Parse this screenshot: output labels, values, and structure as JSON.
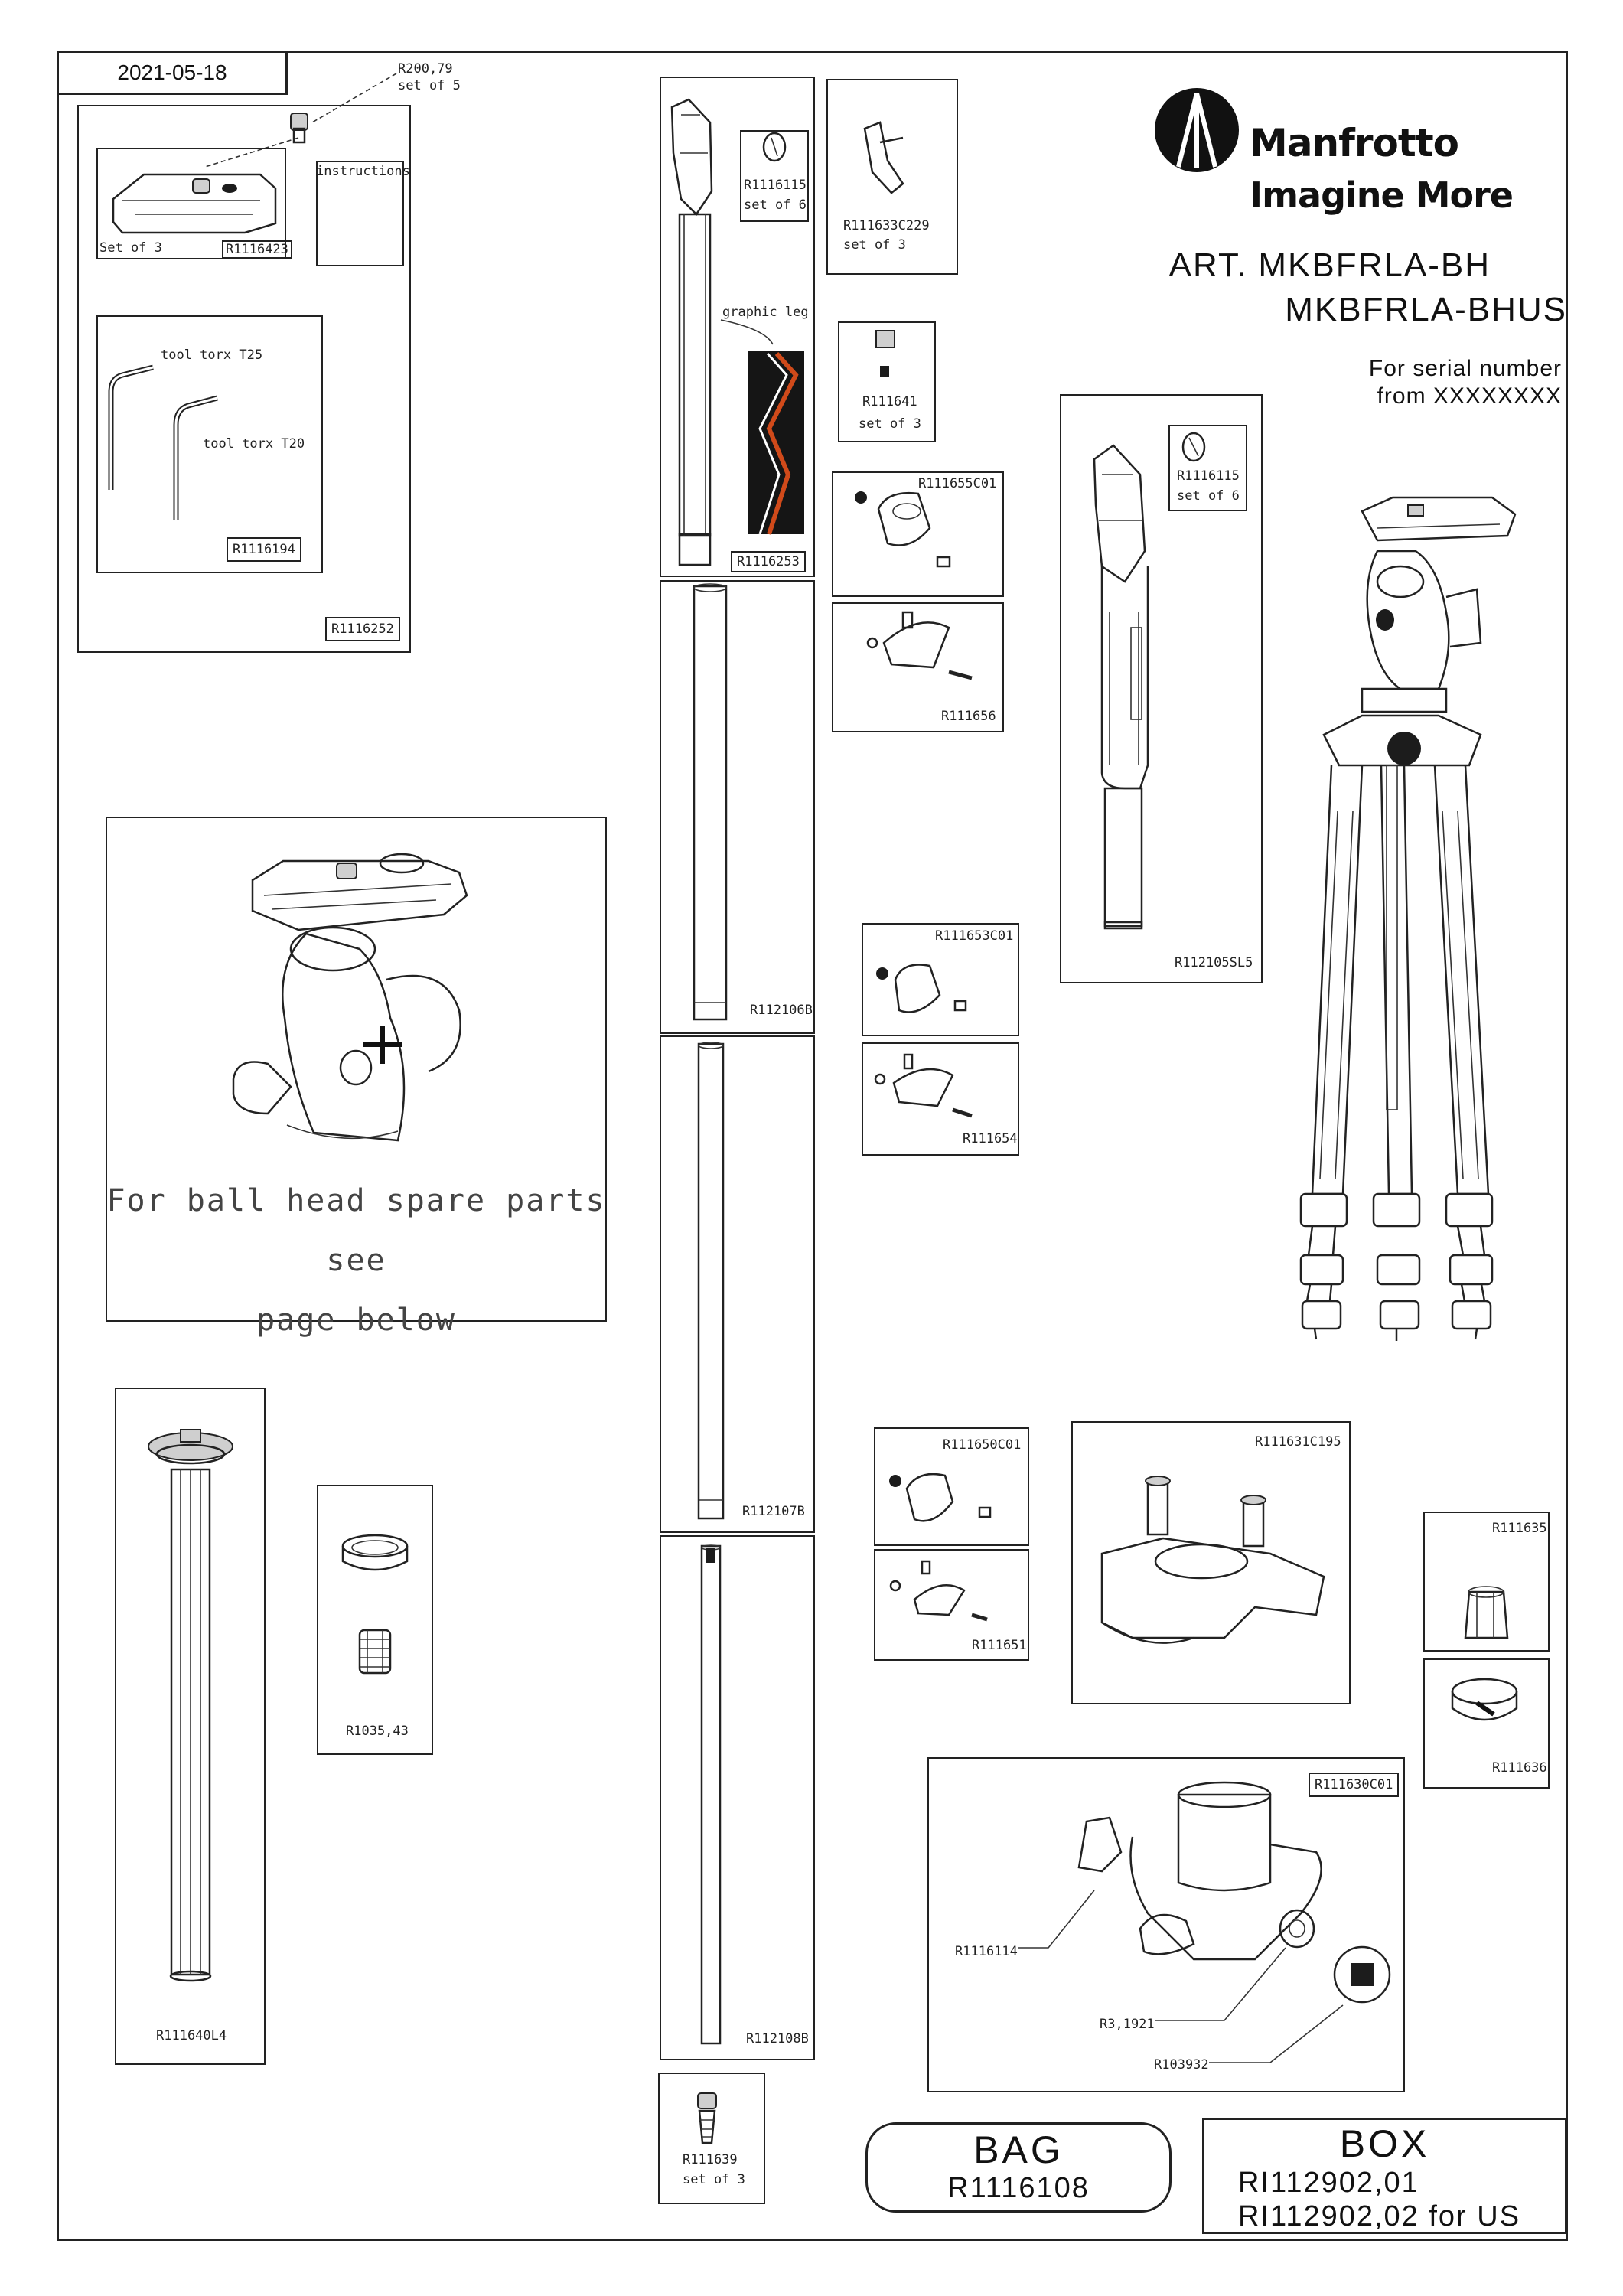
{
  "date": "2021-05-18",
  "brand": {
    "name": "Manfrotto",
    "tagline": "Imagine More"
  },
  "article": {
    "line1": "ART. MKBFRLA-BH",
    "line2": "MKBFRLA-BHUS"
  },
  "serial": {
    "line1": "For serial number",
    "line2": "from XXXXXXXX"
  },
  "callouts": {
    "r200": "R200,79",
    "r200_set": "set of 5"
  },
  "kit": {
    "r1116423": "R1116423",
    "set3": "Set of 3",
    "instructions": "instructions",
    "tool_t25": "tool torx T25",
    "tool_t20": "tool torx T20",
    "r1116194": "R1116194",
    "r1116252": "R1116252"
  },
  "ballhead_note": {
    "line1": "For ball head spare parts see",
    "line2": "page below"
  },
  "parts": {
    "r1116115_a": "R1116115",
    "r1116115_a_set": "set of 6",
    "graphic_leg": "graphic leg",
    "r1116253": "R1116253",
    "r111633c229": "R111633C229",
    "r111633c229_set": "set of 3",
    "r111641": "R111641",
    "r111641_set": "set of 3",
    "r111655c01": "R111655C01",
    "r111656": "R111656",
    "r1116115_b": "R1116115",
    "r1116115_b_set": "set of 6",
    "r112105sl5": "R112105SL5",
    "r112106b": "R112106B",
    "r111653c01": "R111653C01",
    "r111654": "R111654",
    "r112107b": "R112107B",
    "r111650c01": "R111650C01",
    "r111651": "R111651",
    "r111631c195": "R111631C195",
    "r111635": "R111635",
    "r111636": "R111636",
    "r111640l4": "R111640L4",
    "r1035": "R1035,43",
    "r112108b": "R112108B",
    "r111630c01": "R111630C01",
    "r1116114": "R1116114",
    "r3_1921": "R3,1921",
    "r103932": "R103932",
    "r111639": "R111639",
    "r111639_set": "set of 3"
  },
  "bag": {
    "title": "BAG",
    "code": "R1116108"
  },
  "box": {
    "title": "BOX",
    "code1": "RI112902,01",
    "code2": "RI112902,02 for US"
  }
}
